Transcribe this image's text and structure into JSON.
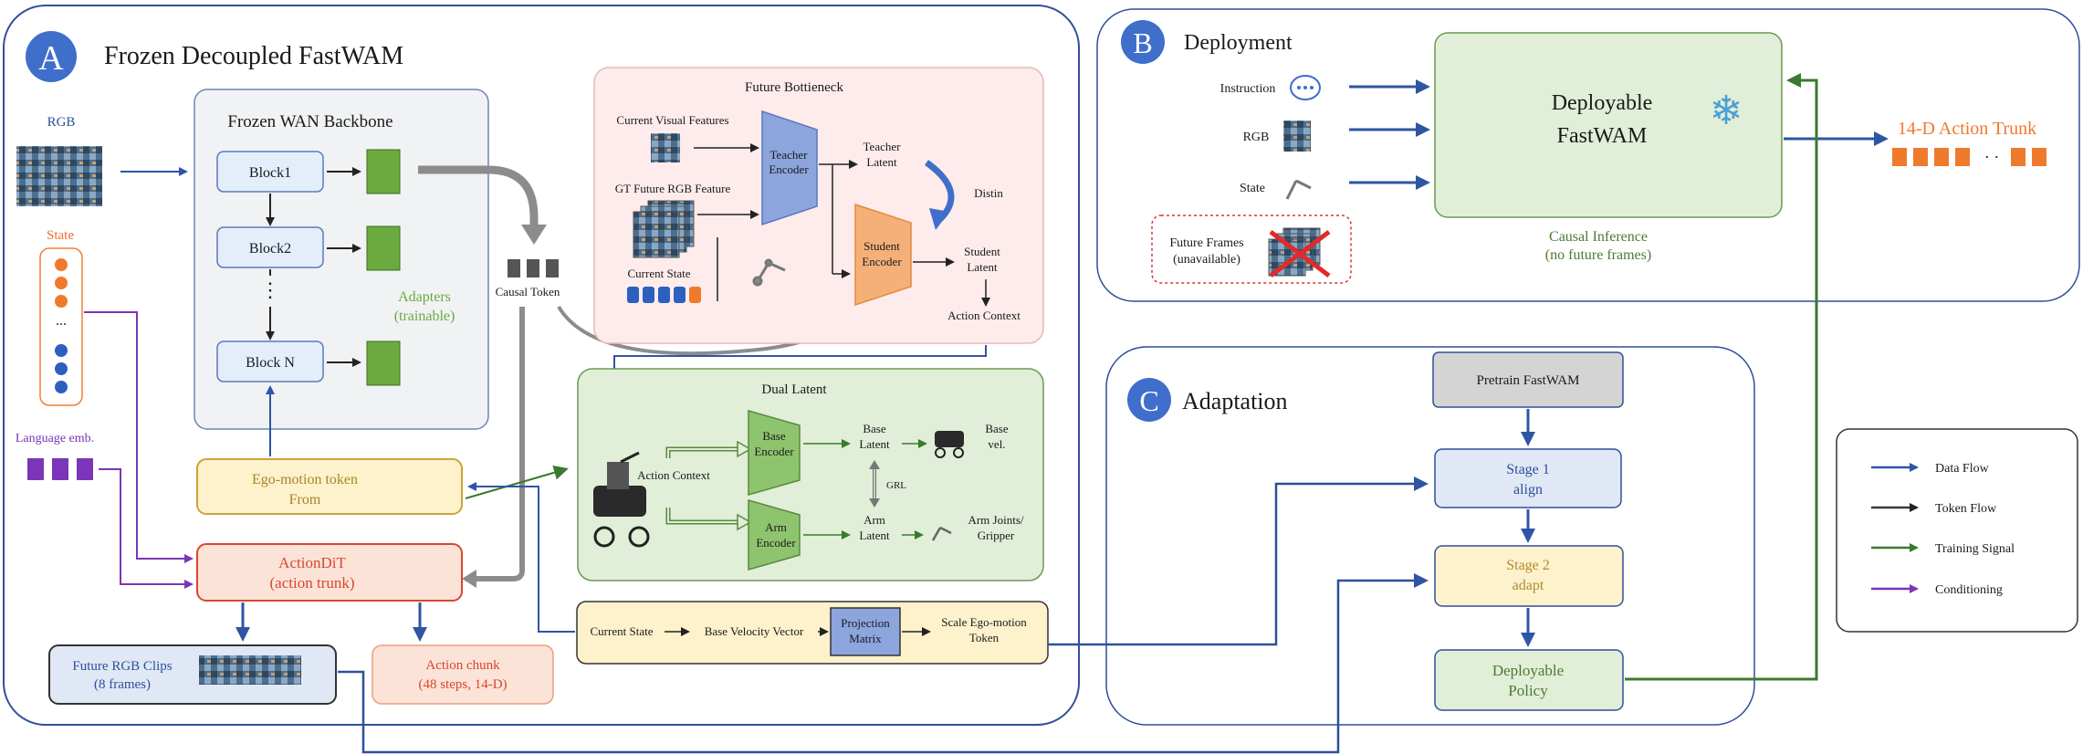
{
  "panelA": {
    "letter": "A",
    "title": "Frozen Decoupled FastWAM",
    "rgb_label": "RGB",
    "state_label": "State",
    "state_dots": "...",
    "language_label": "Language emb.",
    "backbone_title": "Frozen WAN Backbone",
    "blocks": [
      "Block1",
      "Block2",
      "Block N"
    ],
    "block_ellipsis": "⋮",
    "adapters_line1": "Adapters",
    "adapters_line2": "(trainable)",
    "causal_token": "Causal Token",
    "bottleneck_title": "Future Bottieneck",
    "current_visual": "Current Visual Features",
    "gt_future": "GT Future RGB Feature",
    "current_state": "Current State",
    "teacher_encoder": [
      "Teacher",
      "Encoder"
    ],
    "teacher_latent": [
      "Teacher",
      "Latent"
    ],
    "distin": "Distin",
    "student_encoder": [
      "Student",
      "Encoder"
    ],
    "student_latent": [
      "Student",
      "Latent"
    ],
    "action_context_top": "Action Context",
    "dual_title": "Dual Latent",
    "action_context": "Action Context",
    "base_encoder": [
      "Base",
      "Encoder"
    ],
    "base_latent": [
      "Base",
      "Latent"
    ],
    "base_vel": [
      "Base",
      "vel."
    ],
    "grl": "GRL",
    "arm_encoder": [
      "Arm",
      "Encoder"
    ],
    "arm_latent": [
      "Arm",
      "Latent"
    ],
    "arm_joints": [
      "Arm Joints/",
      "Gripper"
    ],
    "ego_token": [
      "Ego-motion token",
      "From"
    ],
    "action_dit": [
      "ActionDiT",
      "(action trunk)"
    ],
    "future_clips": [
      "Future RGB Clips",
      "(8 frames)"
    ],
    "action_chunk": [
      "Action chunk",
      "(48 steps, 14-D)"
    ],
    "proj_current_state": "Current State",
    "proj_base_velocity": "Base Velocity Vector",
    "proj_matrix": [
      "Projection",
      "Matrix"
    ],
    "proj_scale": [
      "Scale Ego-motion",
      "Token"
    ]
  },
  "panelB": {
    "letter": "B",
    "title": "Deployment",
    "inputs": [
      "Instruction",
      "RGB",
      "State"
    ],
    "deployable": [
      "Deployable",
      "FastWAM"
    ],
    "output_label": "14-D Action Trunk",
    "trunk_dots": "· ·",
    "future_frames": [
      "Future Frames",
      "(unavailable)"
    ],
    "causal_inference": [
      "Causal Inference",
      "(no future frames)"
    ],
    "snowflake": "❄"
  },
  "panelC": {
    "letter": "C",
    "title": "Adaptation",
    "pretrain": "Pretrain FastWAM",
    "stage1": [
      "Stage 1",
      "align"
    ],
    "stage2": [
      "Stage 2",
      "adapt"
    ],
    "policy": [
      "Deployable",
      "Policy"
    ]
  },
  "legend": {
    "items": [
      "Data Flow",
      "Token Flow",
      "Training Signal",
      "Conditioning"
    ]
  },
  "colors": {
    "data_flow": "#2f55a4",
    "token_flow": "#3a3a3a",
    "training_signal": "#3a7a2e",
    "conditioning": "#7b35b8",
    "panel_border": "#2f4f9a",
    "adapter_green": "#6aaa3f",
    "orange": "#f08030"
  }
}
